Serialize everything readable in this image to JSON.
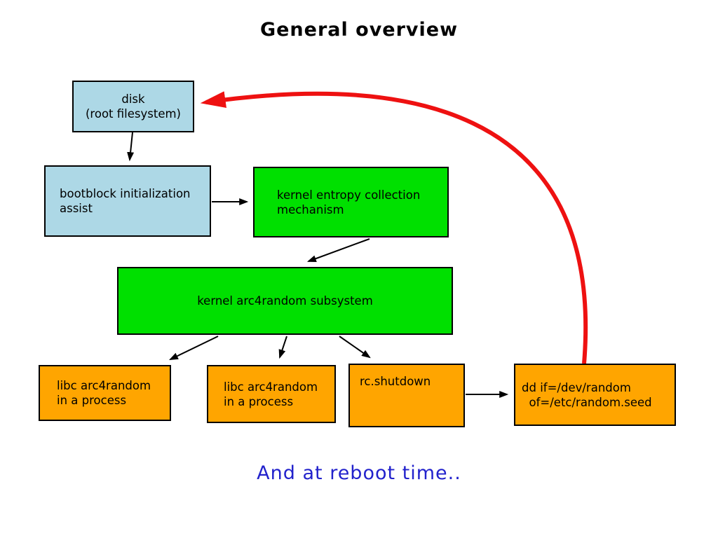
{
  "diagram": {
    "title": "General overview",
    "footer": "And at reboot time..",
    "colors": {
      "box_blue": "#add8e6",
      "box_green": "#00e000",
      "box_orange": "#ffa500",
      "arrow_black": "#000000",
      "arrow_red": "#ee1111",
      "footer_text": "#2222cc",
      "title_text": "#000000",
      "background": "#ffffff"
    },
    "nodes": {
      "disk": {
        "label": "disk\n(root filesystem)",
        "fill": "#add8e6"
      },
      "bootblock": {
        "label": "bootblock initialization\nassist",
        "fill": "#add8e6"
      },
      "entropy": {
        "label": "kernel entropy collection\nmechanism",
        "fill": "#00e000"
      },
      "arc4": {
        "label": "kernel arc4random subsystem",
        "fill": "#00e000"
      },
      "libc1": {
        "label": "libc arc4random\nin a process",
        "fill": "#ffa500"
      },
      "libc2": {
        "label": "libc arc4random\nin a process",
        "fill": "#ffa500"
      },
      "rcshutdown": {
        "label": "rc.shutdown",
        "fill": "#ffa500"
      },
      "dd": {
        "label": "dd if=/dev/random\n  of=/etc/random.seed",
        "fill": "#ffa500"
      }
    },
    "edges": [
      {
        "from": "disk",
        "to": "bootblock",
        "style": "black-arrow"
      },
      {
        "from": "bootblock",
        "to": "entropy",
        "style": "black-arrow"
      },
      {
        "from": "entropy",
        "to": "arc4",
        "style": "black-arrow"
      },
      {
        "from": "arc4",
        "to": "libc1",
        "style": "black-arrow"
      },
      {
        "from": "arc4",
        "to": "libc2",
        "style": "black-arrow"
      },
      {
        "from": "arc4",
        "to": "rcshutdown",
        "style": "black-arrow"
      },
      {
        "from": "rcshutdown",
        "to": "dd",
        "style": "black-arrow"
      },
      {
        "from": "dd",
        "to": "disk",
        "style": "red-curve"
      }
    ]
  }
}
